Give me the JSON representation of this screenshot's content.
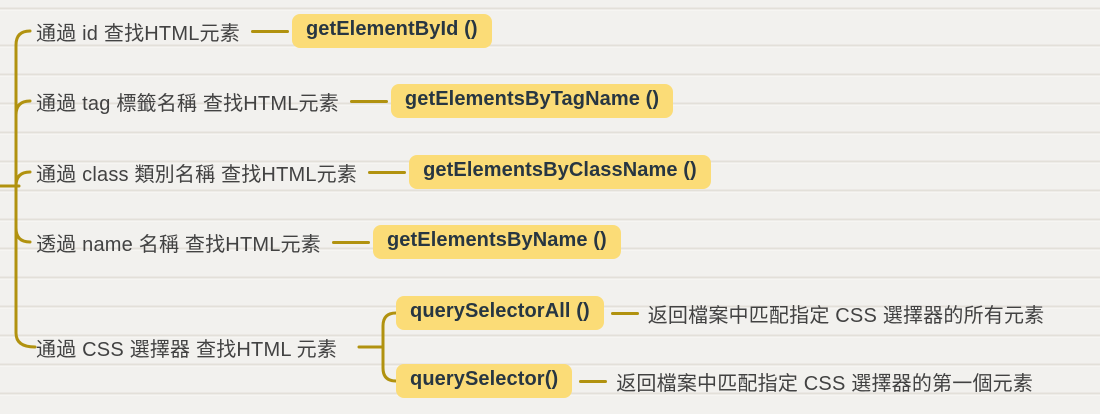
{
  "colors": {
    "background": "#f2f1ee",
    "paper_line": "#cbc4b8",
    "connector": "#b1920f",
    "node_fill": "#fbdc77",
    "node_text": "#273642",
    "label_text": "#424242"
  },
  "mindmap": {
    "branches": [
      {
        "label": "通過 id 查找HTML元素",
        "node": "getElementById ()"
      },
      {
        "label": "通過 tag 標籤名稱 查找HTML元素",
        "node": "getElementsByTagName ()"
      },
      {
        "label": "通過 class 類別名稱 查找HTML元素",
        "node": "getElementsByClassName ()"
      },
      {
        "label": "透過 name 名稱 查找HTML元素",
        "node": "getElementsByName ()"
      },
      {
        "label": "通過 CSS 選擇器 查找HTML 元素",
        "children": [
          {
            "node": "querySelectorAll ()",
            "description": "返回檔案中匹配指定 CSS 選擇器的所有元素"
          },
          {
            "node": "querySelector()",
            "description": "返回檔案中匹配指定 CSS 選擇器的第一個元素"
          }
        ]
      }
    ]
  }
}
